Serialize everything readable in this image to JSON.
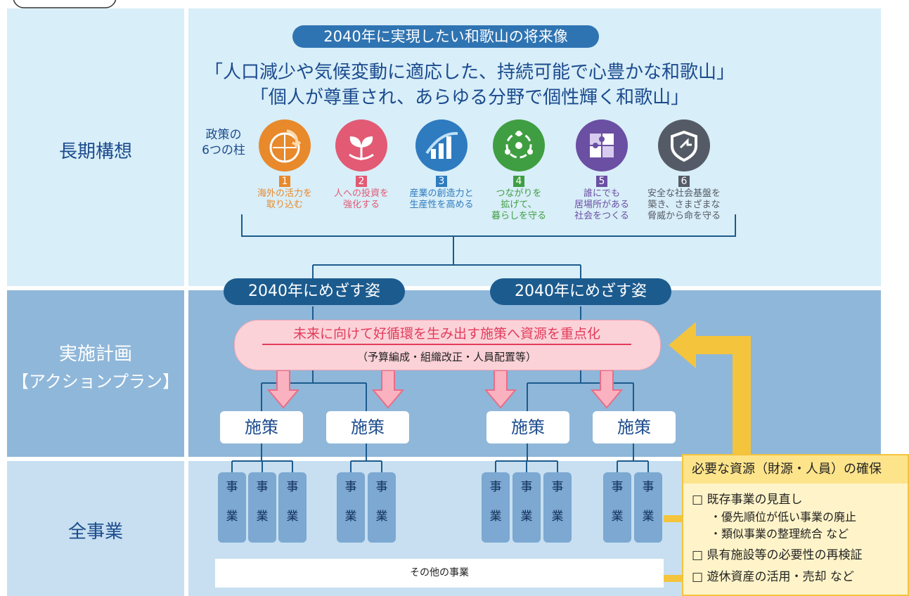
{
  "rows": {
    "long_term": "長期構想",
    "plan_line1": "実施計画",
    "plan_line2": "【アクションプラン】",
    "all_projects": "全事業"
  },
  "vision": {
    "pill": "2040年に実現したい和歌山の将来像",
    "line1": "「人口減少や気候変動に適応した、持続可能で心豊かな和歌山」",
    "line2": "「個人が尊重され、あらゆる分野で個性輝く和歌山」"
  },
  "pillars_title": {
    "line1": "政策の",
    "line2": "6つの柱"
  },
  "pillars": [
    {
      "num": "1",
      "line1": "海外の活力を",
      "line2": "取り込む",
      "line3": "",
      "color": "#e8892b",
      "icon": "globe-arrow-icon"
    },
    {
      "num": "2",
      "line1": "人への投資を",
      "line2": "強化する",
      "line3": "",
      "color": "#e25a74",
      "icon": "sprout-icon"
    },
    {
      "num": "3",
      "line1": "産業の創造力と",
      "line2": "生産性を高める",
      "line3": "",
      "color": "#2e7bbf",
      "icon": "growth-bars-icon"
    },
    {
      "num": "4",
      "line1": "つながりを",
      "line2": "拡げて、",
      "line3": "暮らしを守る",
      "color": "#3f9e42",
      "icon": "network-icon"
    },
    {
      "num": "5",
      "line1": "誰にでも",
      "line2": "居場所がある",
      "line3": "社会をつくる",
      "color": "#6a4fa3",
      "icon": "puzzle-icon"
    },
    {
      "num": "6",
      "line1": "安全な社会基盤を",
      "line2": "築き、さまざまな",
      "line3": "脅威から命を守る",
      "color": "#555b66",
      "icon": "shield-icon"
    }
  ],
  "goals": [
    "2040年にめざす姿",
    "2040年にめざす姿"
  ],
  "focus": {
    "title": "未来に向けて好循環を生み出す施策へ資源を重点化",
    "sub": "（予算編成・組織改正・人員配置等）"
  },
  "measures": [
    "施策",
    "施策",
    "施策",
    "施策"
  ],
  "project_char1": "事",
  "project_char2": "業",
  "others": "その他の事業",
  "resources": {
    "title": "必要な資源（財源・人員）の確保",
    "item1": "□ 既存事業の見直し",
    "item1_sub1": "・優先順位が低い事業の廃止",
    "item1_sub2": "・類似事業の整理統合 など",
    "item2": "□ 県有施設等の必要性の再検証",
    "item3": "□ 遊休資産の活用・売却 など"
  },
  "colors": {
    "accent_blue": "#1b4b8e",
    "goal_pill": "#1c5b8e",
    "focus_red": "#e23c5c",
    "feedback_arrow": "#f4c43c"
  }
}
